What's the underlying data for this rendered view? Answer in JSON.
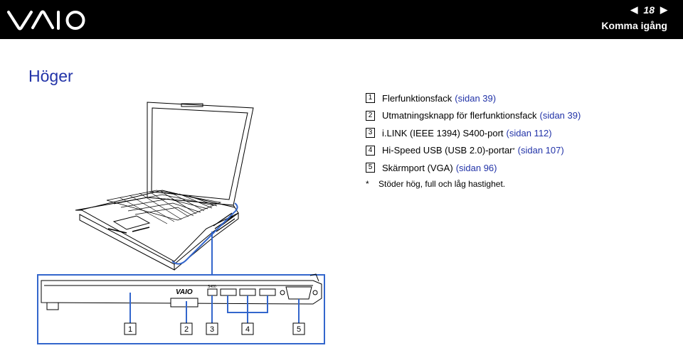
{
  "header": {
    "brand": "VAIO",
    "page_number": "18",
    "prev_arrow": "◀",
    "next_arrow": "▶",
    "section_title": "Komma igång"
  },
  "main": {
    "heading": "Höger",
    "items": [
      {
        "num": "1",
        "text": "Flerfunktionsfack",
        "link": "(sidan 39)"
      },
      {
        "num": "2",
        "text": "Utmatningsknapp för flerfunktionsfack",
        "link": "(sidan 39)"
      },
      {
        "num": "3",
        "text": "i.LINK (IEEE 1394) S400-port",
        "link": "(sidan 112)"
      },
      {
        "num": "4",
        "text": "Hi-Speed USB (USB 2.0)-portar",
        "sup": "*",
        "link": "(sidan 107)"
      },
      {
        "num": "5",
        "text": "Skärmport (VGA)",
        "link": "(sidan 96)"
      }
    ],
    "footnote": {
      "mark": "*",
      "text": "Stöder hög, full och låg hastighet."
    }
  },
  "illustration": {
    "side_logo": "VAIO",
    "port_label": "S400",
    "callouts": [
      "1",
      "2",
      "3",
      "4",
      "5"
    ]
  },
  "colors": {
    "link": "#2233a8",
    "header_bg": "#000000",
    "highlight": "#3366cc"
  }
}
